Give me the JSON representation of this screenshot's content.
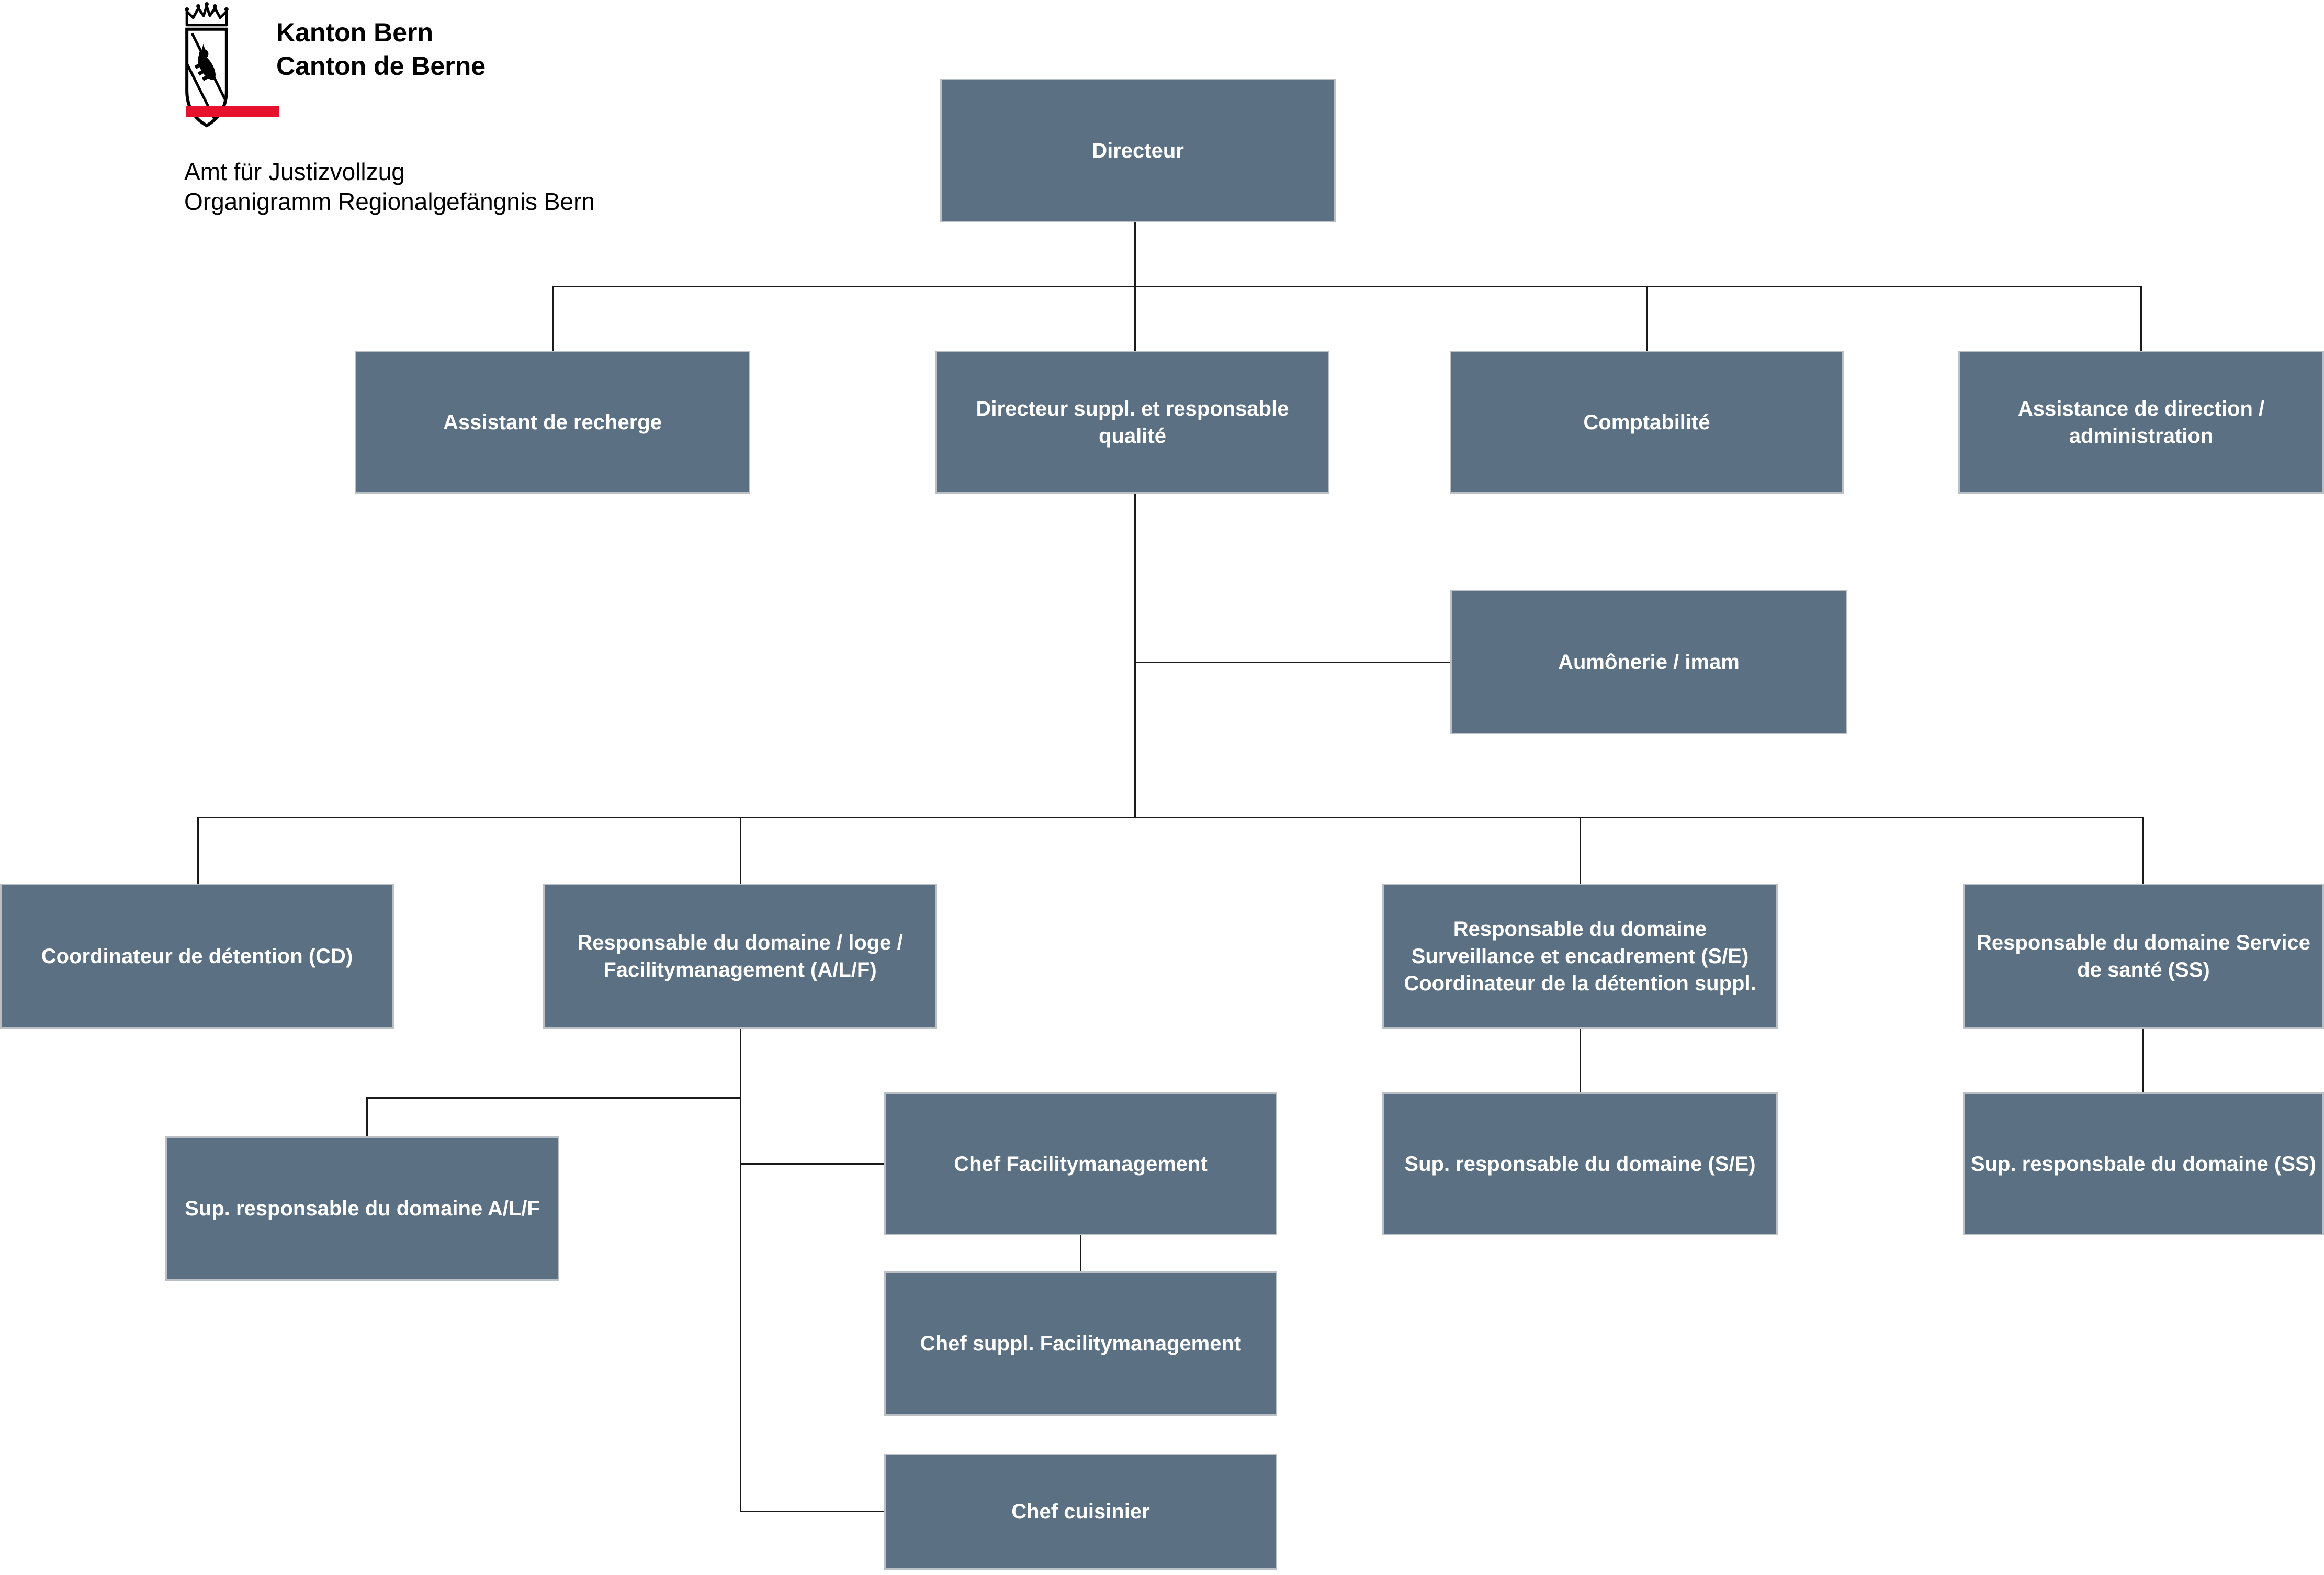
{
  "header": {
    "logo_line1": "Kanton Bern",
    "logo_line2": "Canton de Berne",
    "title_line1": "Amt für Justizvollzug",
    "title_line2": "Organigramm Regionalgefängnis Bern"
  },
  "colors": {
    "node_fill": "#5b7183",
    "node_border": "#bac0c4",
    "node_text": "#ffffff",
    "connector": "#1a1a1a",
    "accent_red": "#e8112d"
  },
  "nodes": {
    "directeur": {
      "label": "Directeur"
    },
    "assistant": {
      "label": "Assistant de recherge"
    },
    "directeur_suppl": {
      "label": "Directeur suppl. et responsable\nqualité"
    },
    "comptabilite": {
      "label": "Comptabilité"
    },
    "assistance": {
      "label": "Assistance de direction /\nadministration"
    },
    "aumonerie": {
      "label": "Aumônerie / imam"
    },
    "coordinateur": {
      "label": "Coordinateur de détention (CD)"
    },
    "resp_alf": {
      "label": "Responsable du domaine / loge /\nFacilitymanagement (A/L/F)"
    },
    "resp_se": {
      "label": "Responsable du domaine\nSurveillance et encadrement (S/E)\nCoordinateur de la détention suppl."
    },
    "resp_ss": {
      "label": "Responsable du domaine Service\nde santé (SS)"
    },
    "sup_alf": {
      "label": "Sup. responsable du domaine A/L/F"
    },
    "chef_fm": {
      "label": "Chef Facilitymanagement"
    },
    "sup_se": {
      "label": "Sup. responsable du domaine (S/E)"
    },
    "sup_ss": {
      "label": "Sup. responsbale du domaine (SS)"
    },
    "chef_suppl_fm": {
      "label": "Chef suppl. Facilitymanagement"
    },
    "chef_cuisinier": {
      "label": "Chef cuisinier"
    }
  }
}
